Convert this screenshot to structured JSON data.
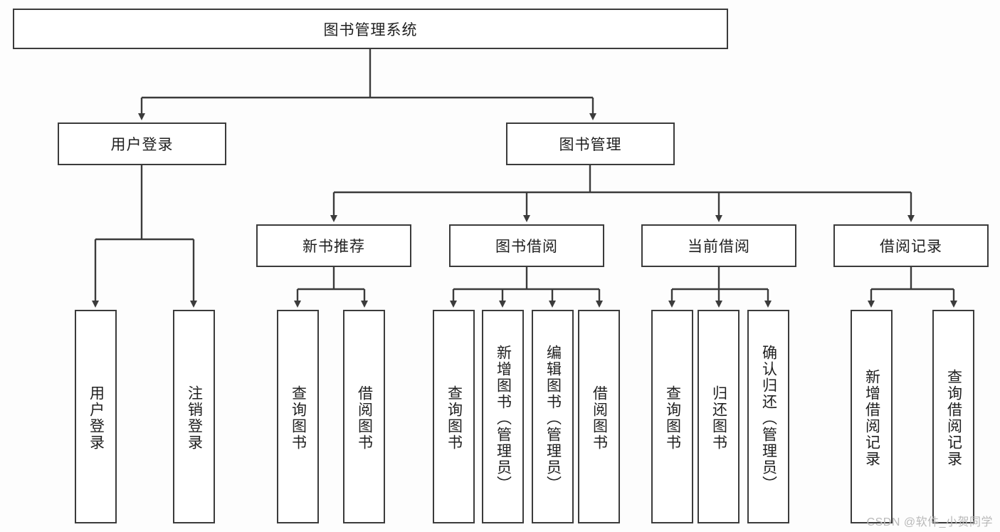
{
  "diagram": {
    "type": "tree",
    "title": "图书管理系统",
    "watermark": "CSDN @软件_小贺同学",
    "colors": {
      "background": "#fdfdfd",
      "box_fill": "#ffffff",
      "box_stroke": "#3b3b3b",
      "connector": "#3b3b3b",
      "text": "#1f1f1f",
      "watermark": "#b9b9b9"
    },
    "levels": {
      "root": {
        "label": "图书管理系统"
      },
      "level2": [
        {
          "label": "用户登录"
        },
        {
          "label": "图书管理"
        }
      ],
      "level3": [
        {
          "label": "新书推荐"
        },
        {
          "label": "图书借阅"
        },
        {
          "label": "当前借阅"
        },
        {
          "label": "借阅记录"
        }
      ],
      "leaves": {
        "user_login": [
          {
            "label": "用户登录"
          },
          {
            "label": "注销登录"
          }
        ],
        "new_book_recommend": [
          {
            "label": "查询图书"
          },
          {
            "label": "借阅图书"
          }
        ],
        "book_borrow": [
          {
            "label": "查询图书"
          },
          {
            "label": "新增图书（管理员）"
          },
          {
            "label": "编辑图书（管理员）"
          },
          {
            "label": "借阅图书"
          }
        ],
        "current_borrow": [
          {
            "label": "查询图书"
          },
          {
            "label": "归还图书"
          },
          {
            "label": "确认归还（管理员）"
          }
        ],
        "borrow_record": [
          {
            "label": "新增借阅记录"
          },
          {
            "label": "查询借阅记录"
          }
        ]
      }
    }
  }
}
